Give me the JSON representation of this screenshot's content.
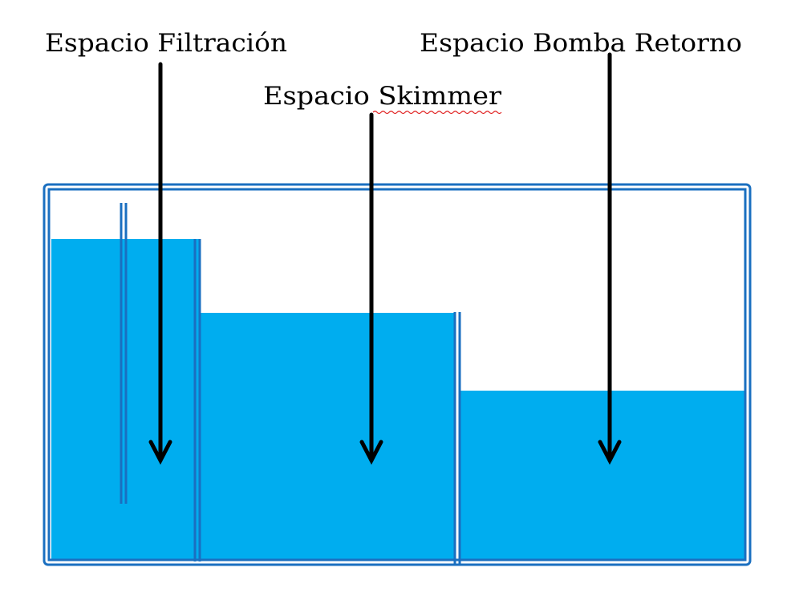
{
  "labels": {
    "filtration": "Espacio Filtración",
    "skimmer_prefix": "Espacio ",
    "skimmer_word": "Skimmer",
    "return_pump": "Espacio Bomba Retorno"
  },
  "colors": {
    "water": "#00adef",
    "frame": "#1a6fc0",
    "arrow": "#000000",
    "spellcheck_underline": "#e02020"
  },
  "icons": [
    "arrow-down-icon",
    "arrow-down-icon",
    "arrow-down-icon"
  ]
}
